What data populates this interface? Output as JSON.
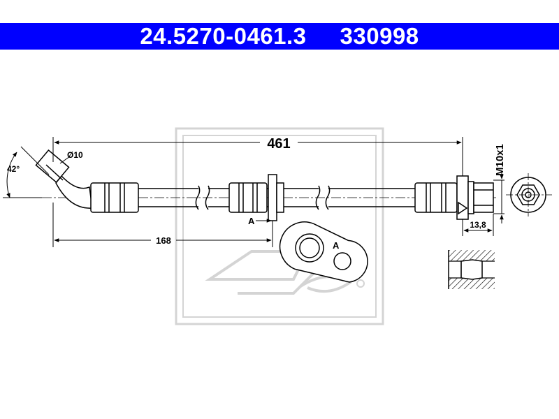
{
  "header": {
    "part_number": "24.5270-0461.3",
    "ref_number": "330998",
    "background_color": "#0000ff",
    "text_color": "#ffffff"
  },
  "dimensions": {
    "total_length": "461",
    "bracket_offset": "168",
    "fitting_diameter": "Ø10",
    "bend_angle": "42°",
    "thread": "M10x1",
    "hex_length": "13,8"
  },
  "labels": {
    "section_marker": "A",
    "detail_marker": "A"
  },
  "watermark": {
    "type": "ate-logo",
    "color": "#dcdcdc"
  }
}
